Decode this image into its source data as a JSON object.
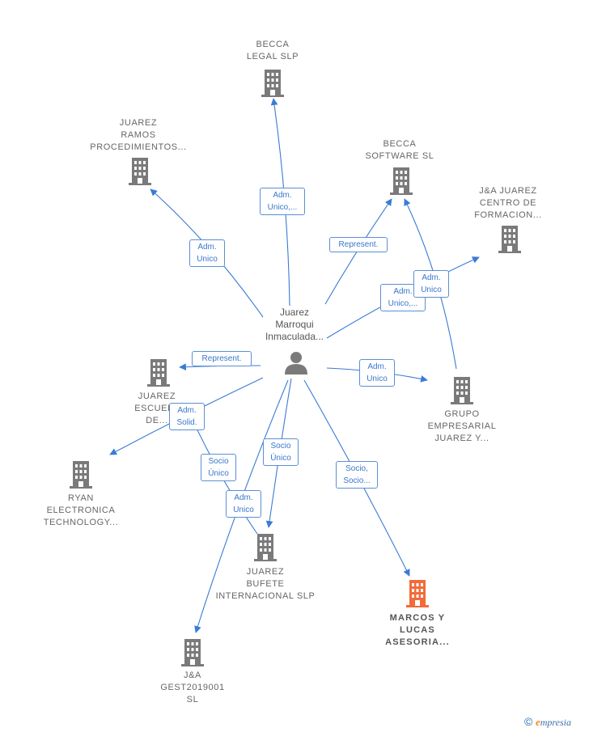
{
  "center": {
    "label": "Juarez\nMarroqui\nInmaculada..."
  },
  "nodes": [
    {
      "id": "becca-legal",
      "label": "BECCA\nLEGAL  SLP",
      "highlight": false
    },
    {
      "id": "juarez-ramos",
      "label": "JUAREZ\nRAMOS\nPROCEDIMIENTOS...",
      "highlight": false
    },
    {
      "id": "becca-software",
      "label": "BECCA\nSOFTWARE  SL",
      "highlight": false
    },
    {
      "id": "ja-juarez-centro",
      "label": "J&A JUAREZ\nCENTRO DE\nFORMACION...",
      "highlight": false
    },
    {
      "id": "juarez-escuela",
      "label": "JUAREZ\nESCUELA\nDE...",
      "highlight": false
    },
    {
      "id": "grupo-empresarial",
      "label": "GRUPO\nEMPRESARIAL\nJUAREZ Y...",
      "highlight": false
    },
    {
      "id": "ryan-electronica",
      "label": "RYAN\nELECTRONICA\nTECHNOLOGY...",
      "highlight": false
    },
    {
      "id": "juarez-bufete",
      "label": "JUAREZ\nBUFETE\nINTERNACIONAL SLP",
      "highlight": false
    },
    {
      "id": "marcos-lucas",
      "label": "MARCOS Y\nLUCAS\nASESORIA...",
      "highlight": true
    },
    {
      "id": "ja-gest",
      "label": "J&A\nGEST2019001\nSL",
      "highlight": false
    }
  ],
  "edge_labels": [
    {
      "id": "e-becca-legal",
      "text": "Adm.\nUnico,..."
    },
    {
      "id": "e-juarez-ramos",
      "text": "Adm.\nUnico"
    },
    {
      "id": "e-becca-software",
      "text": "Represent."
    },
    {
      "id": "e-ja-centro",
      "text": "Adm.\nUnico,..."
    },
    {
      "id": "e-grupo-becca",
      "text": "Adm.\nUnico"
    },
    {
      "id": "e-escuela",
      "text": "Represent."
    },
    {
      "id": "e-grupo",
      "text": "Adm.\nUnico"
    },
    {
      "id": "e-ryan",
      "text": "Adm.\nSolid."
    },
    {
      "id": "e-bufete-socio",
      "text": "Socio\nÚnico"
    },
    {
      "id": "e-bufete-gest",
      "text": "Socio\nÚnico"
    },
    {
      "id": "e-gest",
      "text": "Adm.\nUnico"
    },
    {
      "id": "e-marcos",
      "text": "Socio,\nSocio..."
    }
  ],
  "colors": {
    "edge": "#3a7bd5",
    "node": "#7a7a7a",
    "highlight": "#f26b3a",
    "person": "#7a7a7a"
  },
  "footer": {
    "copyright": "©",
    "brand_initial": "e",
    "brand_rest": "mpresia"
  }
}
